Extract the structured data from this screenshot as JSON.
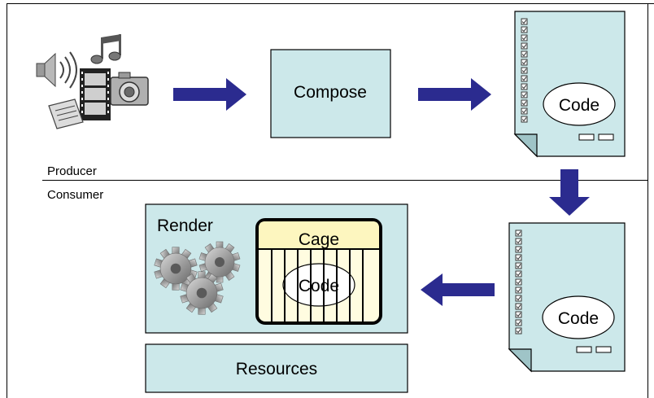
{
  "labels": {
    "compose": "Compose",
    "code_top": "Code",
    "code_bottom": "Code",
    "producer": "Producer",
    "consumer": "Consumer",
    "render": "Render",
    "cage": "Cage",
    "cage_code": "Code",
    "resources": "Resources"
  },
  "colors": {
    "box_fill": "#cce8ea",
    "arrow": "#2b2b8f",
    "cage_header": "#fdf6bf",
    "cage_body": "#fffce0",
    "gear": "#9a9a9a"
  },
  "icons": [
    "speaker-icon",
    "music-notes-icon",
    "film-strip-icon",
    "camera-icon",
    "document-icon"
  ]
}
